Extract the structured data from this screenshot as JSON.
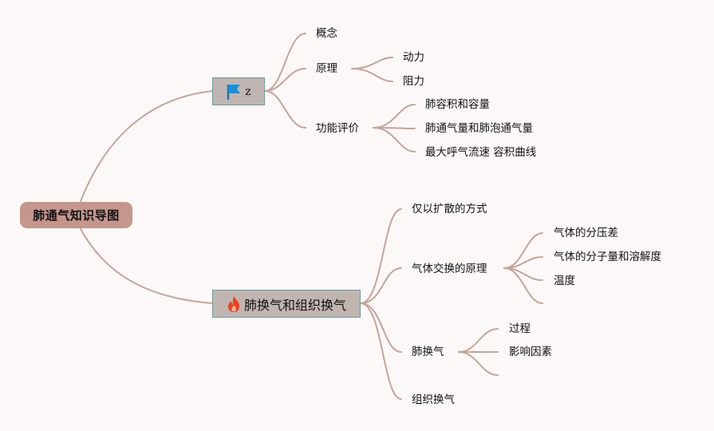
{
  "root": {
    "title": "肺通气知识导图"
  },
  "branches": [
    {
      "label": "z",
      "icon": "flag-icon",
      "children": [
        {
          "label": "概念",
          "children": []
        },
        {
          "label": "原理",
          "children": [
            {
              "label": "动力"
            },
            {
              "label": "阻力"
            }
          ]
        },
        {
          "label": "功能评价",
          "children": [
            {
              "label": "肺容积和容量"
            },
            {
              "label": "肺通气量和肺泡通气量"
            },
            {
              "label": "最大呼气流速 容积曲线"
            }
          ]
        }
      ]
    },
    {
      "label": "肺换气和组织换气",
      "icon": "fire-icon",
      "children": [
        {
          "label": "仅以扩散的方式",
          "children": []
        },
        {
          "label": "气体交换的原理",
          "children": [
            {
              "label": "气体的分压差"
            },
            {
              "label": "气体的分子量和溶解度"
            },
            {
              "label": "温度"
            },
            {
              "label": ""
            }
          ]
        },
        {
          "label": "肺换气",
          "children": [
            {
              "label": "过程"
            },
            {
              "label": "影响因素"
            },
            {
              "label": ""
            }
          ]
        },
        {
          "label": "组织换气",
          "children": []
        }
      ]
    }
  ],
  "colors": {
    "background": "#fdf8f8",
    "root_fill": "#c4968c",
    "branch_fill": "#c0b5b1",
    "branch_border": "#6e9a9a",
    "connector": "#c4a49a",
    "flag": "#1a8fd6",
    "fire": "#e8431f"
  }
}
